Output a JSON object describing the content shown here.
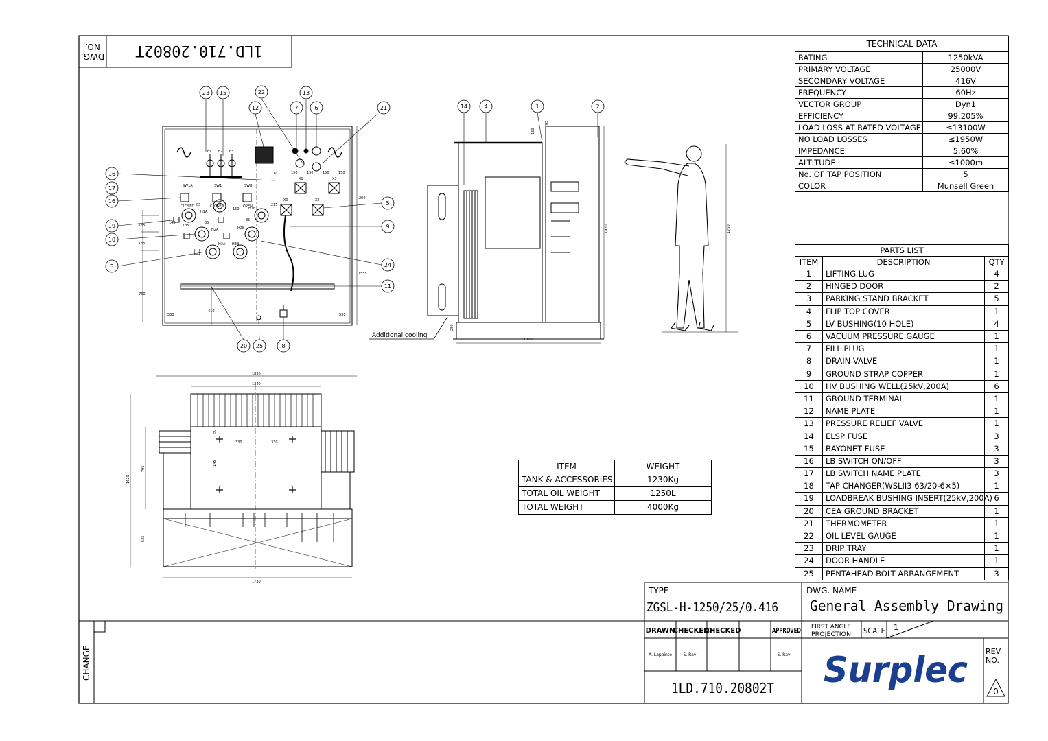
{
  "drawing_number": "1LD.710.20802T",
  "corner_label": "DWG.\nNO.",
  "corner_label_l1": "DWG.",
  "corner_label_l2": "NO.",
  "technical_data": {
    "title": "TECHNICAL DATA",
    "rows": [
      {
        "label": "RATING",
        "value": "1250kVA"
      },
      {
        "label": "PRIMARY VOLTAGE",
        "value": "25000V"
      },
      {
        "label": "SECONDARY VOLTAGE",
        "value": "416V"
      },
      {
        "label": "FREQUENCY",
        "value": "60Hz"
      },
      {
        "label": "VECTOR GROUP",
        "value": "Dyn1"
      },
      {
        "label": "EFFICIENCY",
        "value": "99.205%"
      },
      {
        "label": "LOAD LOSS AT RATED VOLTAGE",
        "value": "≤13100W"
      },
      {
        "label": "NO LOAD LOSSES",
        "value": "≤1950W"
      },
      {
        "label": "IMPEDANCE",
        "value": "5.60%"
      },
      {
        "label": "ALTITUDE",
        "value": "≤1000m"
      },
      {
        "label": "No. OF TAP POSITION",
        "value": "5"
      },
      {
        "label": "COLOR",
        "value": "Munsell Green"
      }
    ]
  },
  "parts_list": {
    "title": "PARTS LIST",
    "headers": {
      "item": "ITEM",
      "description": "DESCRIPTION",
      "qty": "QTY"
    },
    "rows": [
      {
        "item": "1",
        "description": "LIFTING LUG",
        "qty": "4"
      },
      {
        "item": "2",
        "description": "HINGED DOOR",
        "qty": "2"
      },
      {
        "item": "3",
        "description": "PARKING STAND BRACKET",
        "qty": "5"
      },
      {
        "item": "4",
        "description": "FLIP TOP COVER",
        "qty": "1"
      },
      {
        "item": "5",
        "description": "LV BUSHING(10 HOLE)",
        "qty": "4"
      },
      {
        "item": "6",
        "description": "VACUUM PRESSURE GAUGE",
        "qty": "1"
      },
      {
        "item": "7",
        "description": "FILL PLUG",
        "qty": "1"
      },
      {
        "item": "8",
        "description": "DRAIN VALVE",
        "qty": "1"
      },
      {
        "item": "9",
        "description": "GROUND STRAP COPPER",
        "qty": "1"
      },
      {
        "item": "10",
        "description": "HV BUSHING WELL(25kV,200A)",
        "qty": "6"
      },
      {
        "item": "11",
        "description": "GROUND TERMINAL",
        "qty": "1"
      },
      {
        "item": "12",
        "description": "NAME PLATE",
        "qty": "1"
      },
      {
        "item": "13",
        "description": "PRESSURE RELIEF VALVE",
        "qty": "1"
      },
      {
        "item": "14",
        "description": "ELSP FUSE",
        "qty": "3"
      },
      {
        "item": "15",
        "description": "BAYONET FUSE",
        "qty": "3"
      },
      {
        "item": "16",
        "description": "LB SWITCH ON/OFF",
        "qty": "3"
      },
      {
        "item": "17",
        "description": "LB SWITCH NAME PLATE",
        "qty": "3"
      },
      {
        "item": "18",
        "description": "TAP CHANGER(WSLII3  63/20-6×5)",
        "qty": "1"
      },
      {
        "item": "19",
        "description": "LOADBREAK BUSHING INSERT(25kV,200A)",
        "qty": "6"
      },
      {
        "item": "20",
        "description": "CEA GROUND BRACKET",
        "qty": "1"
      },
      {
        "item": "21",
        "description": "THERMOMETER",
        "qty": "1"
      },
      {
        "item": "22",
        "description": "OIL LEVEL GAUGE",
        "qty": "1"
      },
      {
        "item": "23",
        "description": "DRIP TRAY",
        "qty": "1"
      },
      {
        "item": "24",
        "description": "DOOR HANDLE",
        "qty": "1"
      },
      {
        "item": "25",
        "description": "PENTAHEAD BOLT ARRANGEMENT",
        "qty": "3"
      }
    ]
  },
  "weight_table": {
    "headers": {
      "item": "ITEM",
      "weight": "WEIGHT"
    },
    "rows": [
      {
        "item": "TANK & ACCESSORIES",
        "weight": "1230Kg"
      },
      {
        "item": "TOTAL OIL WEIGHT",
        "weight": "1250L"
      },
      {
        "item": "TOTAL WEIGHT",
        "weight": "4000Kg"
      }
    ]
  },
  "title_block": {
    "type_label": "TYPE",
    "type_value": "ZGSL-H-1250/25/0.416",
    "dwg_name_label": "DWG. NAME",
    "dwg_name_value": "General Assembly Drawing",
    "drawn_label": "DRAWN",
    "checked_label_1": "CHECKED",
    "checked_label_2": "CHECKED",
    "approved_label": "APPROVED",
    "drawn_by": "A. Lapointe",
    "checked_by": "S. Ray",
    "approved_by": "S. Ray",
    "projection_l1": "FIRST ANGLE",
    "projection_l2": "PROJECTION",
    "scale_label": "SCALE",
    "scale_value": "1",
    "company": "Surplec",
    "rev_label_l1": "REV.",
    "rev_label_l2": "NO.",
    "rev_value": "0",
    "change_label": "CHANGE",
    "brand_color": "#1b3f8f"
  },
  "annotations": {
    "additional_cooling": "Additional  cooling"
  },
  "front_view": {
    "labels": {
      "s1a": "SW1A",
      "sw1": "SW1",
      "swb": "SWB",
      "tc": "T/C",
      "x1": "X1",
      "x2": "X2",
      "x3": "X3",
      "x0": "X0",
      "closed": "CLOSED",
      "open": "OPEN",
      "f1": "F1",
      "f2": "F2",
      "f3": "F3",
      "h1a": "H1A",
      "h2a": "H2A",
      "h3a": "H3A",
      "h1b": "H1B",
      "h2b": "H2B",
      "h3b": "H3B"
    },
    "dims": {
      "d150a": "150",
      "d150b": "150",
      "d150c": "150",
      "d150d": "150",
      "d215": "215",
      "d200": "200",
      "d85a": "85",
      "d85b": "85",
      "d85c": "85",
      "d140": "140",
      "d135": "135",
      "d165a": "165",
      "d165b": "165",
      "d760": "760",
      "d1555": "1555",
      "d410": "410",
      "d530a": "530",
      "d530b": "530",
      "d150e": "150"
    },
    "balloons": [
      "23",
      "15",
      "22",
      "13",
      "12",
      "7",
      "6",
      "21",
      "16",
      "17",
      "16",
      "19",
      "10",
      "3",
      "5",
      "9",
      "24",
      "11",
      "20",
      "25",
      "8"
    ]
  },
  "side_view": {
    "dims": {
      "d1320": "1320",
      "d1920": "1920",
      "d150": "150",
      "d85": "85",
      "d250": "250"
    },
    "balloons": [
      "14",
      "4",
      "1",
      "2"
    ]
  },
  "top_view": {
    "dims": {
      "d1850": "1850",
      "d1240": "1240",
      "d330a": "330",
      "d330b": "330",
      "d1620": "1620",
      "d795": "795",
      "d535": "535",
      "d1730": "1730",
      "d145": "145",
      "d50": "50"
    }
  },
  "person_view": {
    "dims": {
      "d1750": "1750"
    }
  }
}
